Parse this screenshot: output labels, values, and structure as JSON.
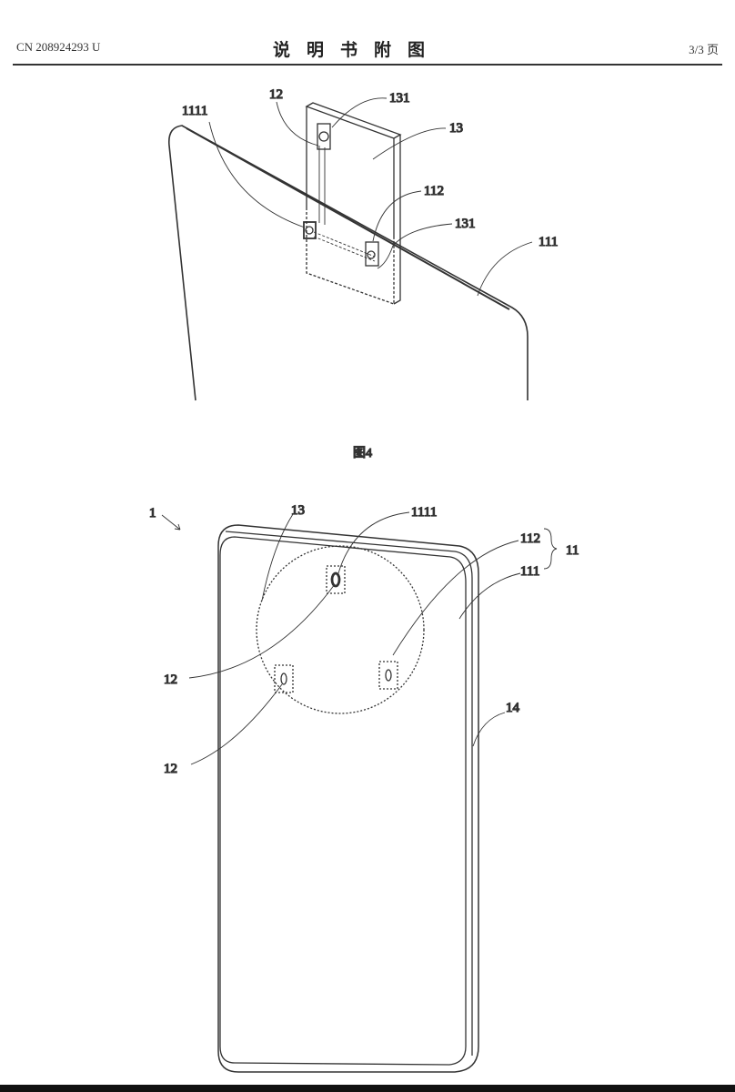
{
  "header": {
    "doc_number": "CN 208924293 U",
    "title": "说明书附图",
    "page": "3/3 页"
  },
  "figure4": {
    "caption": "图4",
    "labels": {
      "camera": "12",
      "slot_top": "131",
      "panel": "13",
      "hole": "1111",
      "sensor": "112",
      "slot_bottom": "131",
      "screen": "111"
    }
  },
  "figure5": {
    "labels": {
      "device": "1",
      "panel": "13",
      "hole": "1111",
      "sensor": "112",
      "housing": "11",
      "screen": "111",
      "frame": "14",
      "camera_top": "12",
      "camera_bottom": "12"
    }
  }
}
